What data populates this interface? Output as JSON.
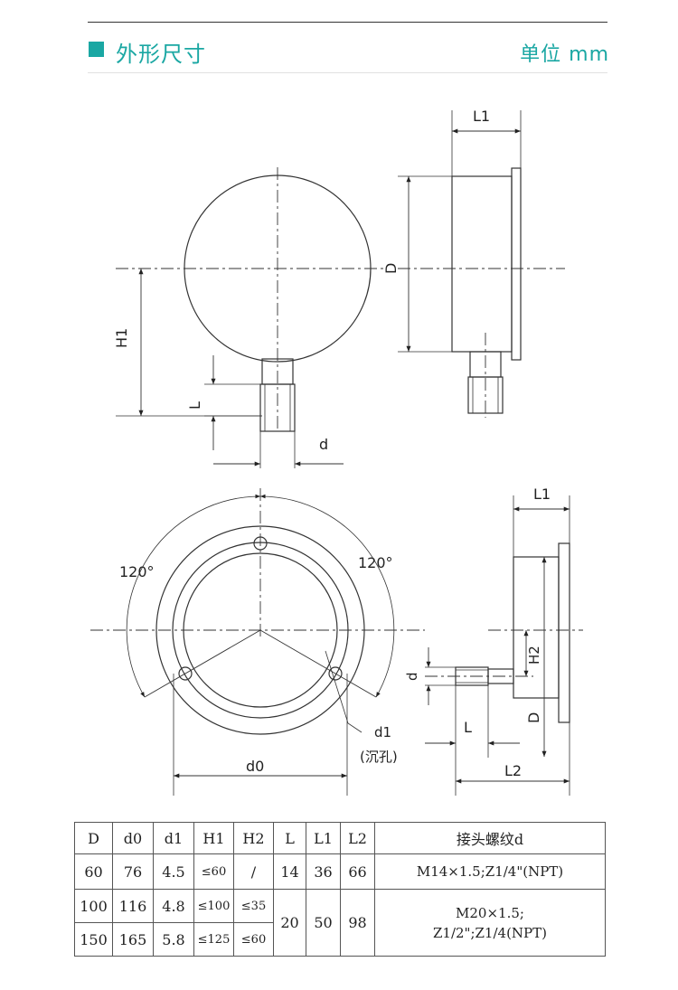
{
  "header": {
    "title": "外形尺寸",
    "unit": "单位 mm"
  },
  "labels": {
    "L1_top": "L1",
    "D_side": "D",
    "H1": "H1",
    "L_left": "L",
    "d_left": "d",
    "angle_left": "120°",
    "angle_right": "120°",
    "d0": "d0",
    "d1": "d1",
    "sink": "(沉孔)",
    "L1_br": "L1",
    "H2": "H2",
    "d_br": "d",
    "D_br": "D",
    "L_br": "L",
    "L2": "L2"
  },
  "table": {
    "headers": [
      "D",
      "d0",
      "d1",
      "H1",
      "H2",
      "L",
      "L1",
      "L2",
      "接头螺纹d"
    ],
    "rows": [
      {
        "D": "60",
        "d0": "76",
        "d1": "4.5",
        "H1": "≤60",
        "H2": "/",
        "L": "14",
        "L1": "36",
        "L2": "66",
        "thread": "M14×1.5;Z1/4\"(NPT)"
      },
      {
        "D": "100",
        "d0": "116",
        "d1": "4.8",
        "H1": "≤100",
        "H2": "≤35"
      },
      {
        "D": "150",
        "d0": "165",
        "d1": "5.8",
        "H1": "≤125",
        "H2": "≤60"
      }
    ],
    "merged": {
      "L": "20",
      "L1": "50",
      "L2": "98",
      "thread_line1": "M20×1.5;",
      "thread_line2": "Z1/2\";Z1/4(NPT)"
    }
  }
}
